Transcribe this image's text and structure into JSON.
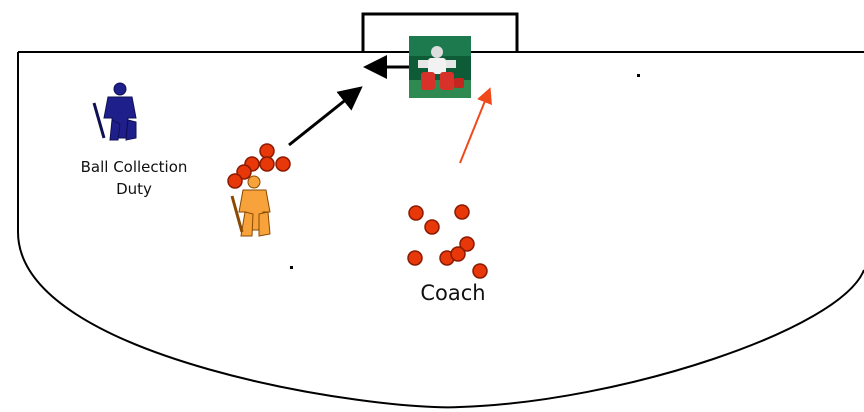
{
  "labels": {
    "ball_collection_line1": "Ball Collection",
    "ball_collection_line2": "Duty",
    "coach": "Coach"
  },
  "colors": {
    "pitch_line": "#000000",
    "ball_fill": "#e8380a",
    "ball_stroke": "#8a1a00",
    "goalkeeper_blue": "#1f1f8c",
    "goalkeeper_orange": "#f7a23a",
    "arrow_black": "#000000",
    "arrow_red": "#f04a1c"
  },
  "icons": {
    "collector": "goalkeeper-figure-icon",
    "keeper": "goalkeeper-photo-icon",
    "ball": "ball-icon"
  }
}
